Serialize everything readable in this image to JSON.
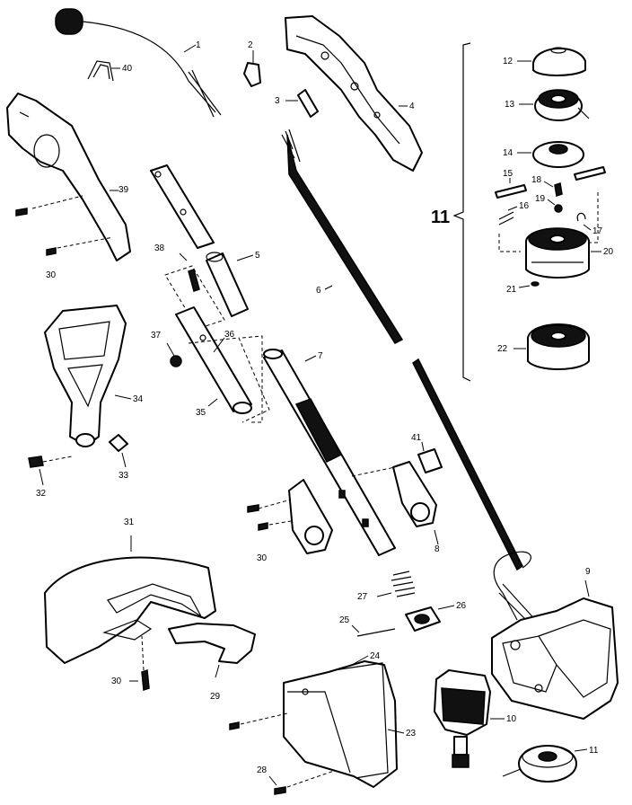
{
  "callouts": {
    "p1": "1",
    "p2": "2",
    "p3": "3",
    "p4": "4",
    "p5": "5",
    "p6": "6",
    "p7": "7",
    "p8": "8",
    "p9": "9",
    "p10": "10",
    "p11": "11",
    "p12": "12",
    "p13": "13",
    "p14": "14",
    "p15": "15",
    "p16": "16",
    "p17": "17",
    "p18": "18",
    "p19": "19",
    "p20": "20",
    "p21": "21",
    "p22": "22",
    "p23": "23",
    "p24": "24",
    "p25": "25",
    "p26": "26",
    "p27": "27",
    "p28": "28",
    "p29": "29",
    "p30a": "30",
    "p30b": "30",
    "p30c": "30",
    "p31": "31",
    "p32": "32",
    "p33": "33",
    "p34": "34",
    "p35": "35",
    "p36": "36",
    "p37": "37",
    "p38": "38",
    "p39": "39",
    "p40": "40",
    "p41": "41"
  },
  "group": {
    "label": "11"
  },
  "colors": {
    "ink": "#000000",
    "paper": "#ffffff"
  }
}
